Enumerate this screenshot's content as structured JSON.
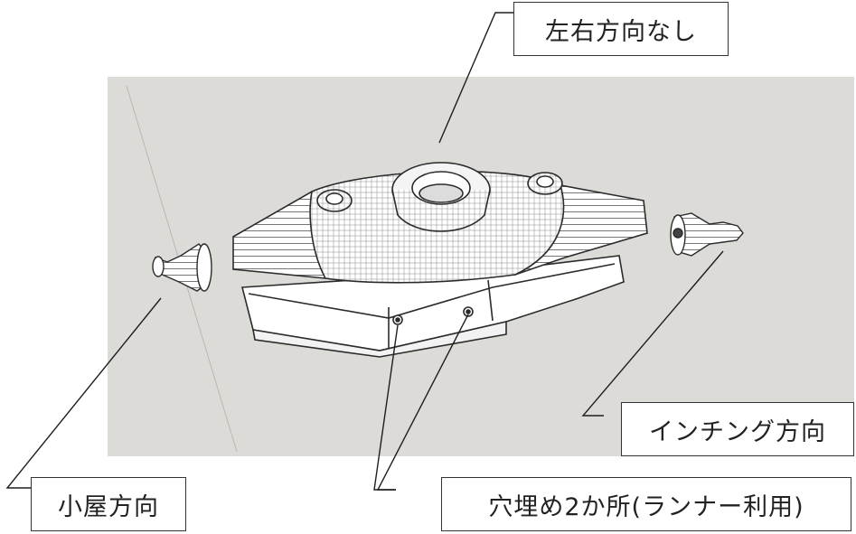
{
  "callouts": {
    "top": "左右方向なし",
    "right": "インチング方向",
    "left": "小屋方向",
    "bottom": "穴埋め2か所(ランナー利用)"
  },
  "colors": {
    "viewport_bg": "#dcdbd7",
    "model_fill": "#ffffff",
    "model_stroke": "#2b2b2b",
    "leader_line": "#1e1e1e"
  }
}
